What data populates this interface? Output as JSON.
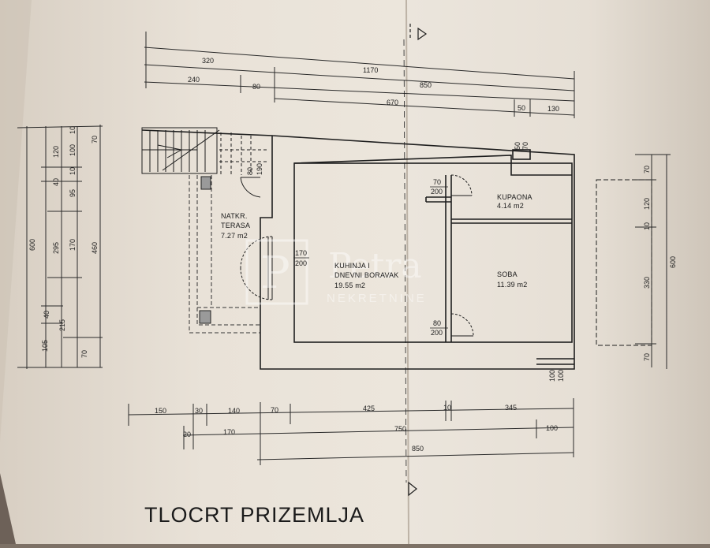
{
  "plan": {
    "title": "TLOCRT PRIZEMLJA",
    "rooms": {
      "natkr_line1": "NATKR.",
      "natkr_line2": "TERASA",
      "natkr_area": "7.27 m2",
      "kuhinja_line1": "KUHINJA I",
      "kuhinja_line2": "DNEVNI BORAVAK",
      "kuhinja_area": "19.55 m2",
      "kupaona": "KUPAONA",
      "kupaona_area": "4.14 m2",
      "soba": "SOBA",
      "soba_area": "11.39 m2"
    },
    "openings": {
      "d1_w": "70",
      "d1_h": "200",
      "d2_w": "170",
      "d2_h": "200",
      "d3_w": "80",
      "d3_h": "200",
      "stair_w": "80",
      "stair_h": "190",
      "top_win_a": "50",
      "top_win_b": "70",
      "bot_a": "100",
      "bot_b": "100"
    },
    "dims_top": {
      "d320": "320",
      "d1170": "1170",
      "d240": "240",
      "d80": "80",
      "d850": "850",
      "d670": "670",
      "d50": "50",
      "d130": "130"
    },
    "dims_bottom": {
      "d150": "150",
      "d30": "30",
      "d140": "140",
      "d70": "70",
      "d425": "425",
      "d10": "10",
      "d345": "345",
      "d20": "20",
      "d170": "170",
      "d750": "750",
      "d100": "100",
      "d850": "850"
    },
    "dims_left": {
      "a10": "10",
      "a70": "70",
      "a120": "120",
      "a100": "100",
      "a10b": "10",
      "a40": "40",
      "a95": "95",
      "a600": "600",
      "a295": "295",
      "a170": "170",
      "a460": "460",
      "a40b": "40",
      "a215": "215",
      "a105": "105",
      "a70b": "70"
    },
    "dims_right": {
      "r70": "70",
      "r120": "120",
      "r10": "10",
      "r600": "600",
      "r330": "330",
      "r70b": "70"
    },
    "watermark": {
      "brand": "Petra",
      "sub": "NEKRETNINE"
    }
  }
}
